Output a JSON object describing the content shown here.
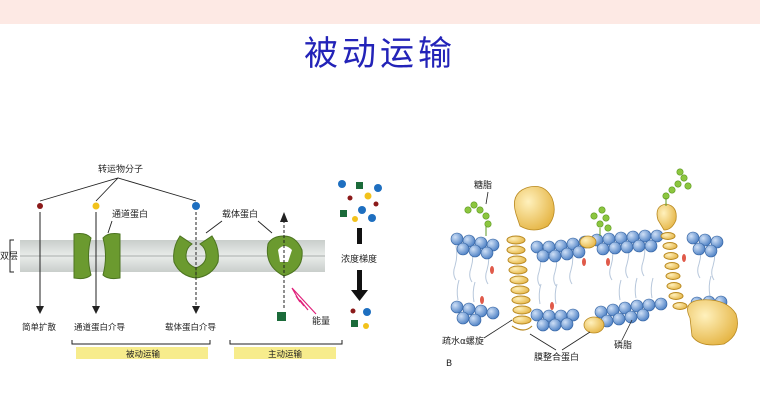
{
  "slide": {
    "title": "被动运输"
  },
  "left_diagram": {
    "molecule_label": "转运物分子",
    "membrane_label": "双层",
    "channel_label": "通道蛋白",
    "carrier_label": "载体蛋白",
    "gradient_label": "浓度梯度",
    "energy_label": "能量",
    "bottom_labels": [
      "简单扩散",
      "通道蛋白介导",
      "载体蛋白介导"
    ],
    "passive_label": "被动运输",
    "active_label": "主动运输",
    "colors": {
      "membrane": "#cfd3d0",
      "protein": "#6b9a2f",
      "highlight": "#f7ec8c",
      "molecule_red": "#8b1a1a",
      "molecule_yellow": "#f2c21b",
      "molecule_blue": "#1e6fc0",
      "molecule_green": "#1b6b3a",
      "energy": "#e0207a"
    }
  },
  "right_diagram": {
    "glycolipid_label": "糖脂",
    "helix_label": "疏水α螺旋",
    "integral_protein_label": "膜整合蛋白",
    "phospholipid_label": "磷脂",
    "panel_letter": "B",
    "colors": {
      "head": "#5a8ccf",
      "protein": "#f0c75a",
      "sugar": "#8cc63f"
    }
  }
}
